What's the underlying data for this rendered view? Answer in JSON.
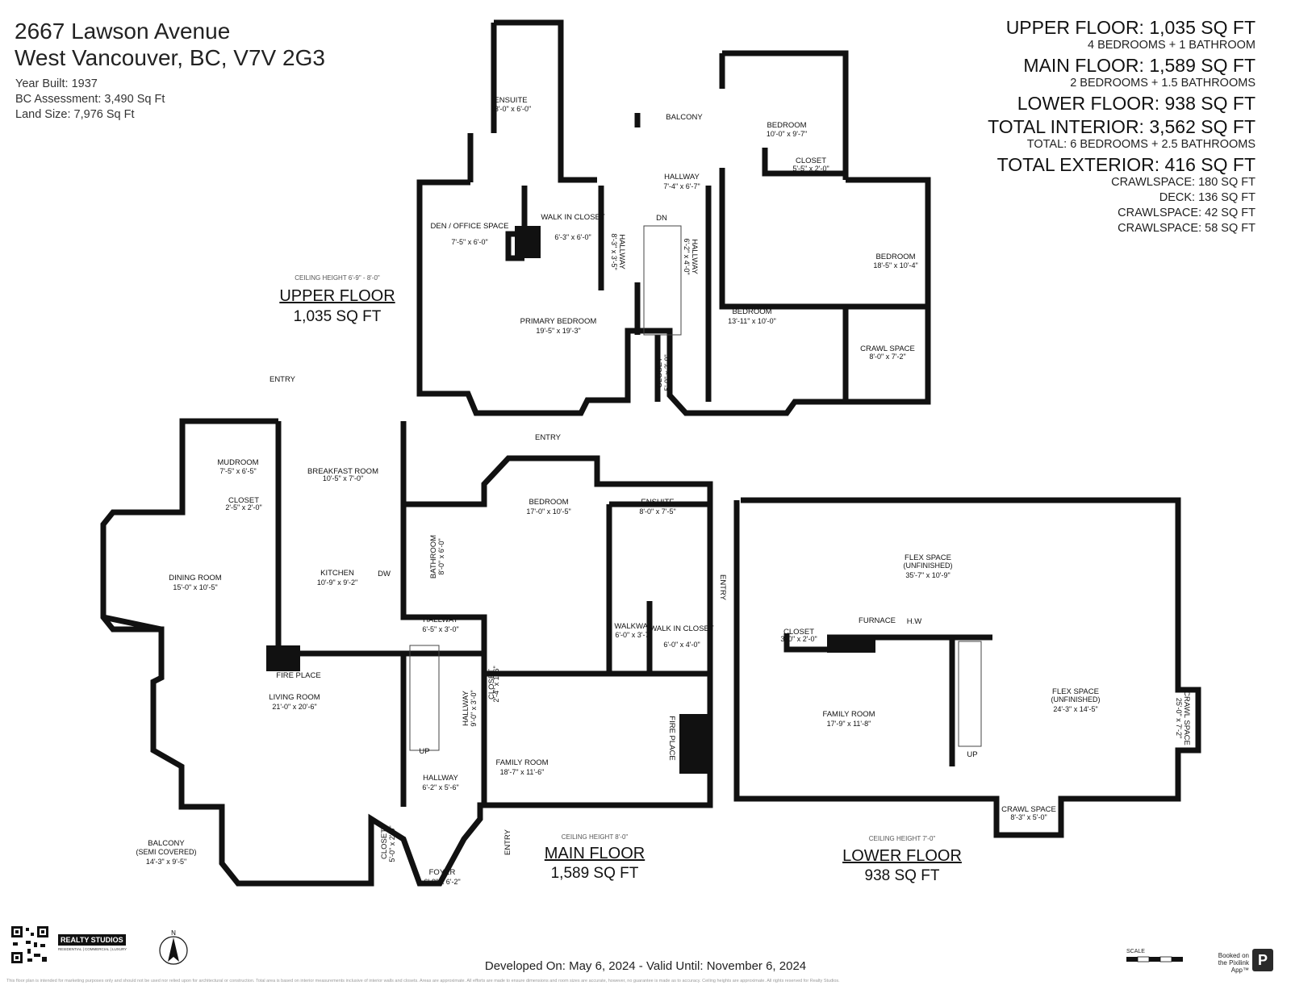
{
  "address": {
    "line1": "2667 Lawson Avenue",
    "line2": "West Vancouver, BC, V7V 2G3",
    "year_built": "Year Built: 1937",
    "assessment": "BC Assessment: 3,490 Sq Ft",
    "land_size": "Land Size: 7,976 Sq Ft"
  },
  "summary": {
    "upper": "UPPER FLOOR: 1,035 SQ FT",
    "upper_rooms": "4 BEDROOMS + 1 BATHROOM",
    "main": "MAIN FLOOR: 1,589 SQ FT",
    "main_rooms": "2 BEDROOMS + 1.5 BATHROOMS",
    "lower": "LOWER FLOOR: 938 SQ FT",
    "interior": "TOTAL INTERIOR: 3,562 SQ FT",
    "interior_rooms": "TOTAL: 6 BEDROOMS + 2.5 BATHROOMS",
    "exterior": "TOTAL EXTERIOR: 416 SQ FT",
    "ext_items": [
      "CRAWLSPACE: 180 SQ FT",
      "DECK: 136 SQ FT",
      "CRAWLSPACE: 42 SQ FT",
      "CRAWLSPACE: 58 SQ FT"
    ]
  },
  "floors": {
    "upper": {
      "ceiling": "CEILING HEIGHT 6'-9\" - 8'-0\"",
      "title": "UPPER FLOOR",
      "sqft": "1,035 SQ FT"
    },
    "main": {
      "ceiling": "CEILING HEIGHT 8'-0\"",
      "title": "MAIN FLOOR",
      "sqft": "1,589 SQ FT"
    },
    "lower": {
      "ceiling": "CEILING HEIGHT 7'-0\"",
      "title": "LOWER FLOOR",
      "sqft": "938 SQ FT"
    }
  },
  "rooms": {
    "upper": [
      {
        "name": "ENSUITE",
        "dim": "13'-0\" x 6'-0\""
      },
      {
        "name": "BALCONY",
        "dim": ""
      },
      {
        "name": "BEDROOM",
        "dim": "10'-0\" x 9'-7\""
      },
      {
        "name": "CLOSET",
        "dim": "5'-5\" x 2'-0\""
      },
      {
        "name": "HALLWAY",
        "dim": "7'-4\" x 6'-7\""
      },
      {
        "name": "DEN / OFFICE SPACE",
        "dim": "7'-5\" x 6'-0\""
      },
      {
        "name": "WALK IN CLOSET",
        "dim": "6'-3\" x 6'-0\""
      },
      {
        "name": "HALLWAY",
        "dim": "8'-3\" x 3'-5\""
      },
      {
        "name": "DN",
        "dim": ""
      },
      {
        "name": "HALLWAY",
        "dim": "6'-2\" x 4'-0\""
      },
      {
        "name": "BEDROOM",
        "dim": "18'-5\" x 10'-4\""
      },
      {
        "name": "PRIMARY BEDROOM",
        "dim": "19'-5\" x 19'-3\""
      },
      {
        "name": "BEDROOM",
        "dim": "13'-11\" x 10'-0\""
      },
      {
        "name": "CRAWL SPACE",
        "dim": "8'-0\" x 7'-2\""
      },
      {
        "name": "CLOSET",
        "dim": "5'-0\" x 2'-0\""
      }
    ],
    "main": [
      {
        "name": "ENTRY",
        "dim": ""
      },
      {
        "name": "MUDROOM",
        "dim": "7'-5\" x 6'-5\""
      },
      {
        "name": "BREAKFAST ROOM",
        "dim": "10'-5\" x 7'-0\""
      },
      {
        "name": "CLOSET",
        "dim": "2'-5\" x 2'-0\""
      },
      {
        "name": "ENTRY",
        "dim": ""
      },
      {
        "name": "BEDROOM",
        "dim": "17'-0\" x 10'-5\""
      },
      {
        "name": "ENSUITE",
        "dim": "8'-0\" x 7'-5\""
      },
      {
        "name": "DINING ROOM",
        "dim": "15'-0\" x 10'-5\""
      },
      {
        "name": "KITCHEN",
        "dim": "10'-9\" x 9'-2\""
      },
      {
        "name": "DW",
        "dim": ""
      },
      {
        "name": "BATHROOM",
        "dim": "8'-0\" x 6'-0\""
      },
      {
        "name": "HALLWAY",
        "dim": "6'-5\" x 3'-0\""
      },
      {
        "name": "WALKWAY",
        "dim": "6'-0\" x 3'-7\""
      },
      {
        "name": "WALK IN CLOSET",
        "dim": "6'-0\" x 4'-0\""
      },
      {
        "name": "FIRE PLACE",
        "dim": ""
      },
      {
        "name": "LIVING ROOM",
        "dim": "21'-0\" x 20'-6\""
      },
      {
        "name": "HALLWAY",
        "dim": "9'-0\" x 3'-0\""
      },
      {
        "name": "CLOSET",
        "dim": "2'-4\" x 1'-6\""
      },
      {
        "name": "FIRE PLACE",
        "dim": ""
      },
      {
        "name": "UP",
        "dim": ""
      },
      {
        "name": "FAMILY ROOM",
        "dim": "18'-7\" x 11'-6\""
      },
      {
        "name": "HALLWAY",
        "dim": "6'-2\" x 5'-6\""
      },
      {
        "name": "BALCONY",
        "dim": "(SEMI COVERED)",
        "dim2": "14'-3\" x 9'-5\""
      },
      {
        "name": "CLOSET",
        "dim": "5'-0\" x 2'-0\""
      },
      {
        "name": "ENTRY",
        "dim": ""
      },
      {
        "name": "FOYER",
        "dim": "6'-9\" x 6'-2\""
      }
    ],
    "lower": [
      {
        "name": "ENTRY",
        "dim": ""
      },
      {
        "name": "FLEX SPACE",
        "dim": "(UNFINISHED)",
        "dim2": "35'-7\" x 10'-9\""
      },
      {
        "name": "FURNACE",
        "dim": ""
      },
      {
        "name": "H.W",
        "dim": ""
      },
      {
        "name": "CLOSET",
        "dim": "3'-0\" x 2'-0\""
      },
      {
        "name": "FAMILY ROOM",
        "dim": "17'-9\" x 11'-8\""
      },
      {
        "name": "FLEX SPACE",
        "dim": "(UNFINISHED)",
        "dim2": "24'-3\" x 14'-5\""
      },
      {
        "name": "CRAWL SPACE",
        "dim": "25'-0\" x 7'-2\""
      },
      {
        "name": "UP",
        "dim": ""
      },
      {
        "name": "CRAWL SPACE",
        "dim": "8'-3\" x 5'-0\""
      }
    ]
  },
  "branding": {
    "logo": "REALTY STUDIOS",
    "logo_sub": "RESIDENTIAL | COMMERCIAL | LUXURY",
    "compass": "N",
    "scale": "SCALE",
    "pixlink_line1": "Booked on",
    "pixlink_line2": "the Pixilink App™",
    "pixlink_mark": "P"
  },
  "footer": "Developed On: May 6, 2024 - Valid Until: November 6, 2024",
  "disclaimer": "This floor plan is intended for marketing purposes only and should not be used nor relied upon for architectural or construction. Total area is based on interior measurements inclusive of interior walls and closets. Areas are approximate. All efforts are made to ensure dimensions and room sizes are accurate, however, no guarantee is made as to accuracy. Ceiling heights are approximate. All rights reserved for Realty Studios."
}
